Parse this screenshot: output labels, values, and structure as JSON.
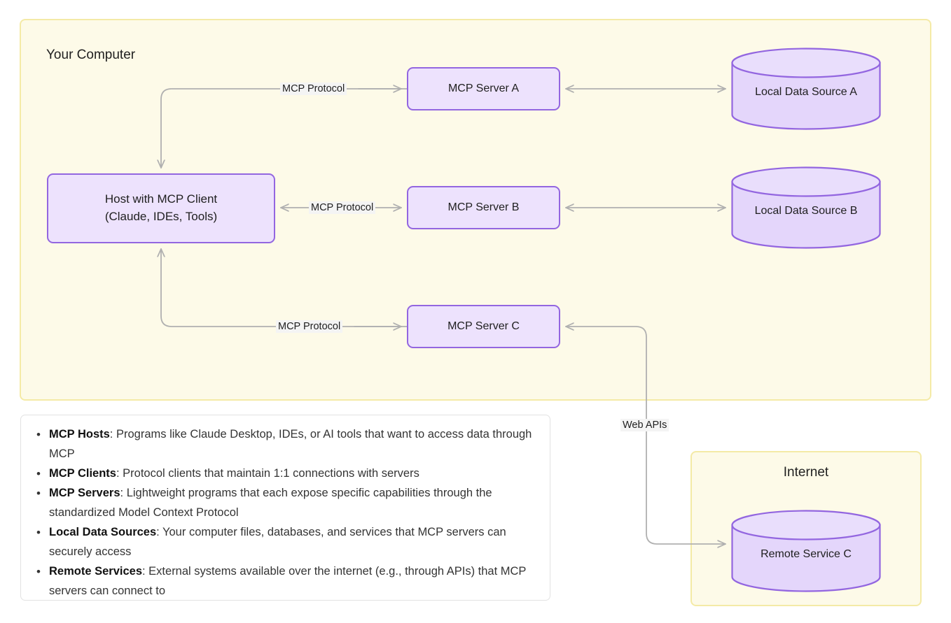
{
  "containers": {
    "your_computer": {
      "title": "Your Computer"
    },
    "internet": {
      "title": "Internet"
    }
  },
  "nodes": {
    "host": {
      "line1": "Host with MCP Client",
      "line2": "(Claude, IDEs, Tools)"
    },
    "server_a": {
      "label": "MCP Server A"
    },
    "server_b": {
      "label": "MCP Server B"
    },
    "server_c": {
      "label": "MCP Server C"
    },
    "local_data_a": {
      "label": "Local Data Source A"
    },
    "local_data_b": {
      "label": "Local Data Source B"
    },
    "remote_service_c": {
      "label": "Remote Service C"
    }
  },
  "edges": {
    "protocol_a": {
      "label": "MCP Protocol"
    },
    "protocol_b": {
      "label": "MCP Protocol"
    },
    "protocol_c": {
      "label": "MCP Protocol"
    },
    "web_apis": {
      "label": "Web APIs"
    }
  },
  "legend": {
    "items": [
      {
        "term": "MCP Hosts",
        "sep": ": ",
        "desc": "Programs like Claude Desktop, IDEs, or AI tools that want to access data through MCP"
      },
      {
        "term": "MCP Clients",
        "sep": ": ",
        "desc": "Protocol clients that maintain 1:1 connections with servers"
      },
      {
        "term": "MCP Servers",
        "sep": ": ",
        "desc": "Lightweight programs that each expose specific capabilities through the standardized Model Context Protocol"
      },
      {
        "term": "Local Data Sources",
        "sep": ": ",
        "desc": "Your computer files, databases, and services that MCP servers can securely access"
      },
      {
        "term": "Remote Services",
        "sep": ": ",
        "desc": "External systems available over the internet (e.g., through APIs) that MCP servers can connect to"
      }
    ]
  },
  "colors": {
    "container_fill": "#FDFAE8",
    "container_border": "#F4EAA6",
    "node_fill": "#EDE2FD",
    "node_border": "#9366E0",
    "cylinder_fill": "#E4D6FB",
    "edge_stroke": "#B0B0B0",
    "label_chip": "#F4F4F4",
    "text": "#1f1f1f"
  }
}
